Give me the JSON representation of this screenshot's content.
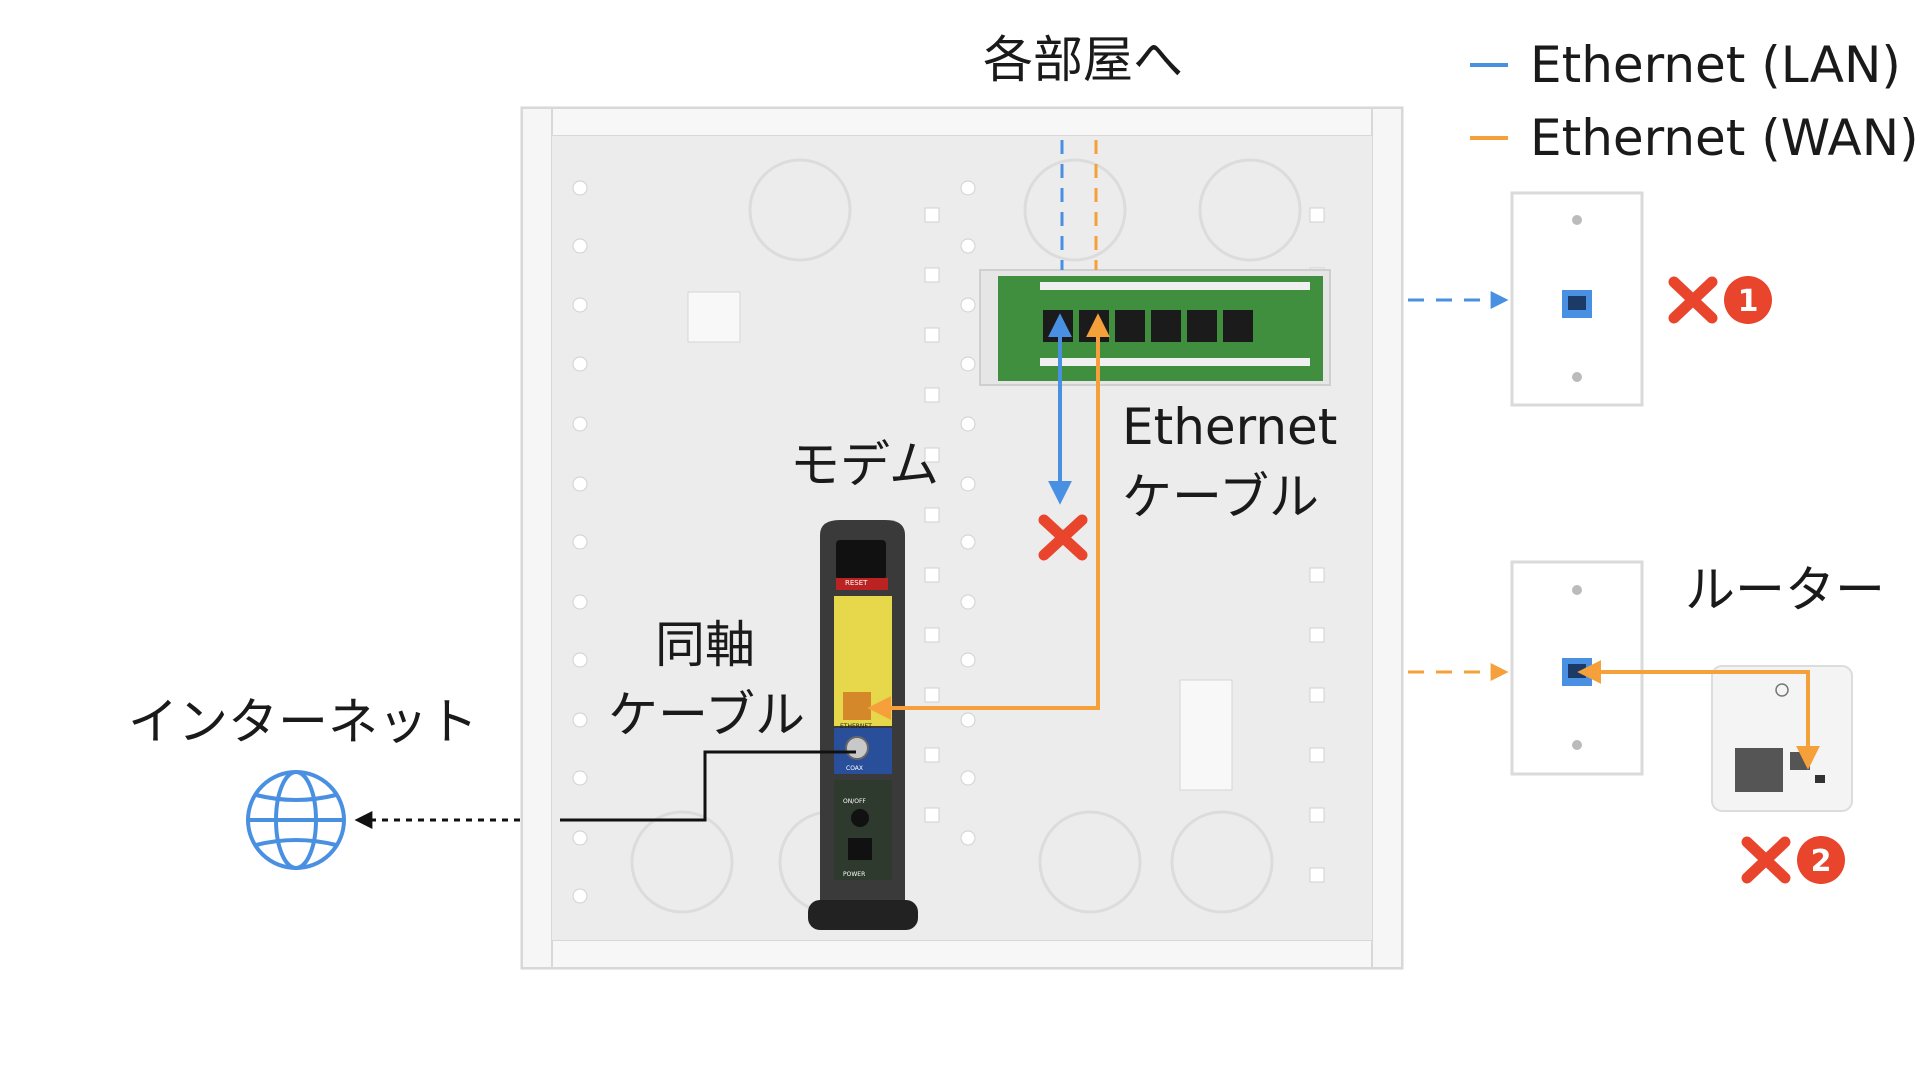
{
  "title_top": "各部屋へ",
  "legend": {
    "lan_label": "Ethernet (LAN)",
    "wan_label": "Ethernet (WAN)",
    "lan_color": "#4a90e2",
    "wan_color": "#f5a03a"
  },
  "labels": {
    "ethernet_cable_line1": "Ethernet",
    "ethernet_cable_line2": "ケーブル",
    "modem": "モデム",
    "coax_line1": "同軸",
    "coax_line2": "ケーブル",
    "internet": "インターネット",
    "router": "ルーター"
  },
  "modem_panel": {
    "reset": "RESET",
    "ethernet": "ETHERNET",
    "coax": "COAX",
    "onoff": "ON/OFF",
    "power": "POWER"
  },
  "markers": {
    "badge1": "1",
    "badge2": "2"
  },
  "colors": {
    "error_red": "#e8452c",
    "globe_blue": "#4a90e2",
    "cabinet": "#f2f2f2",
    "board_green": "#3f8f3f"
  },
  "icons": [
    "globe-icon",
    "wall-jack-icon",
    "router-icon",
    "modem-icon",
    "patch-panel-icon",
    "cross-icon"
  ]
}
